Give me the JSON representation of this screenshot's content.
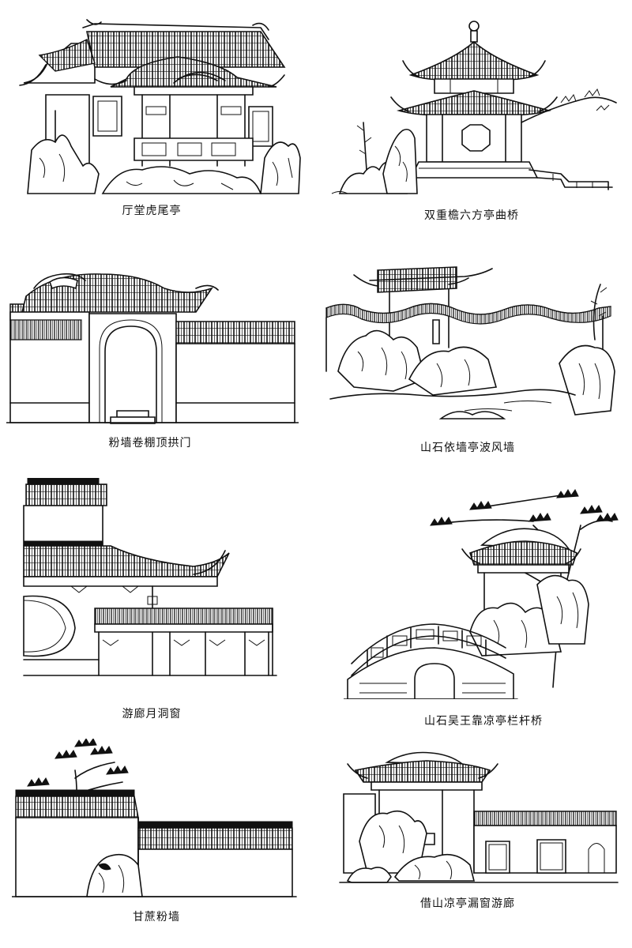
{
  "captions": {
    "p1": "厅堂虎尾亭",
    "p2": "双重檐六方亭曲桥",
    "p3": "粉墙卷棚顶拱门",
    "p4": "山石依墙亭波风墙",
    "p5": "游廊月洞窗",
    "p6": "山石吴王靠凉亭栏杆桥",
    "p7": "甘蔗粉墙",
    "p8": "借山凉亭漏窗游廊"
  }
}
